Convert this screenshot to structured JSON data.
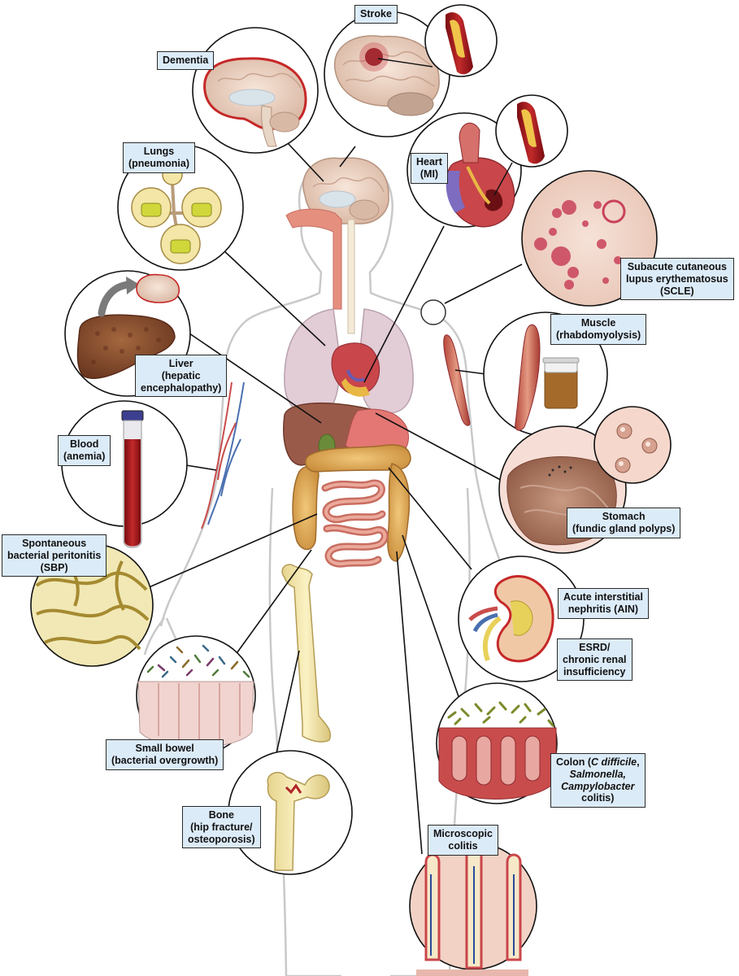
{
  "labels": {
    "stroke": "Stroke",
    "dementia": "Dementia",
    "lungs_1": "Lungs",
    "lungs_2": "(pneumonia)",
    "heart_1": "Heart",
    "heart_2": "(MI)",
    "scle_1": "Subacute cutaneous",
    "scle_2": "lupus erythematosus",
    "scle_3": "(SCLE)",
    "muscle_1": "Muscle",
    "muscle_2": "(rhabdomyolysis)",
    "liver_1": "Liver",
    "liver_2": "(hepatic",
    "liver_3": "encephalopathy)",
    "blood_1": "Blood",
    "blood_2": "(anemia)",
    "stomach_1": "Stomach",
    "stomach_2": "(fundic gland polyps)",
    "sbp_1": "Spontaneous",
    "sbp_2": "bacterial peritonitis",
    "sbp_3": "(SBP)",
    "ain_1": "Acute interstitial",
    "ain_2": "nephritis (AIN)",
    "esrd_1": "ESRD/",
    "esrd_2": "chronic renal",
    "esrd_3": "insufficiency",
    "small_bowel_1": "Small bowel",
    "small_bowel_2": "(bacterial overgrowth)",
    "colon_1a": "Colon (",
    "colon_1b": "C difficile",
    "colon_1c": ",",
    "colon_2": "Salmonella,",
    "colon_3": "Campylobacter",
    "colon_4": "colitis)",
    "bone_1": "Bone",
    "bone_2": "(hip fracture/",
    "bone_3": "osteoporosis)",
    "micro_1": "Microscopic",
    "micro_2": "colitis"
  },
  "colors": {
    "label_fill": "#dcebf8",
    "organ_red": "#c9464a",
    "body_outline": "#c9c9c9",
    "bile_yellow": "#d8c73a"
  }
}
